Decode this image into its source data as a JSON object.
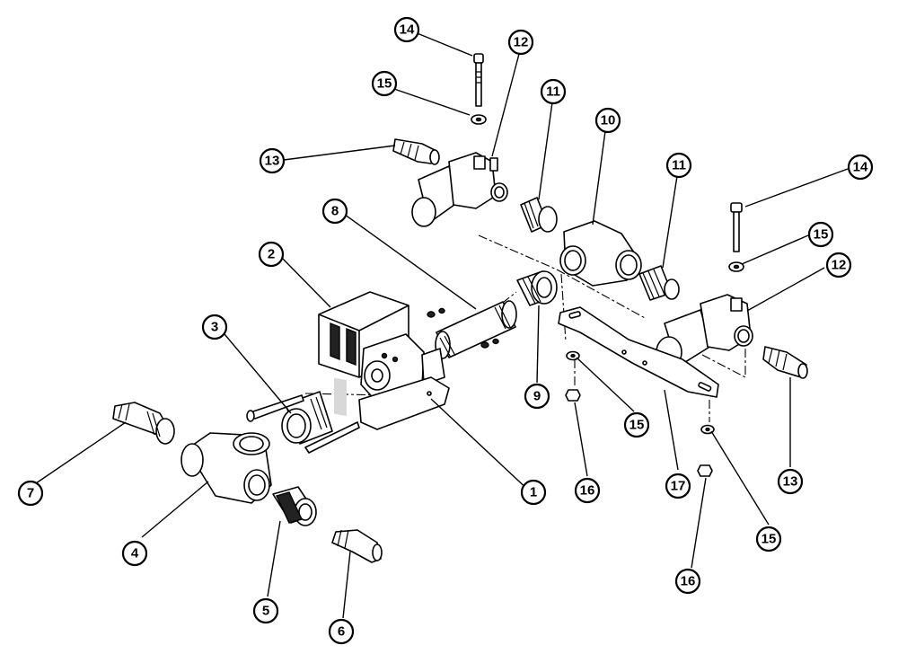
{
  "diagram": {
    "type": "exploded-parts-diagram",
    "line_color": "#000000",
    "background": "#ffffff",
    "callouts": [
      {
        "id": "c1",
        "label": "1"
      },
      {
        "id": "c2",
        "label": "2"
      },
      {
        "id": "c3",
        "label": "3"
      },
      {
        "id": "c4",
        "label": "4"
      },
      {
        "id": "c5",
        "label": "5"
      },
      {
        "id": "c6",
        "label": "6"
      },
      {
        "id": "c7",
        "label": "7"
      },
      {
        "id": "c8",
        "label": "8"
      },
      {
        "id": "c9",
        "label": "9"
      },
      {
        "id": "c10",
        "label": "10"
      },
      {
        "id": "c11a",
        "label": "11"
      },
      {
        "id": "c11b",
        "label": "11"
      },
      {
        "id": "c12a",
        "label": "12"
      },
      {
        "id": "c12b",
        "label": "12"
      },
      {
        "id": "c13a",
        "label": "13"
      },
      {
        "id": "c13b",
        "label": "13"
      },
      {
        "id": "c14a",
        "label": "14"
      },
      {
        "id": "c14b",
        "label": "14"
      },
      {
        "id": "c15a",
        "label": "15"
      },
      {
        "id": "c15b",
        "label": "15"
      },
      {
        "id": "c15c",
        "label": "15"
      },
      {
        "id": "c15d",
        "label": "15"
      },
      {
        "id": "c16a",
        "label": "16"
      },
      {
        "id": "c16b",
        "label": "16"
      },
      {
        "id": "c17",
        "label": "17"
      }
    ]
  }
}
